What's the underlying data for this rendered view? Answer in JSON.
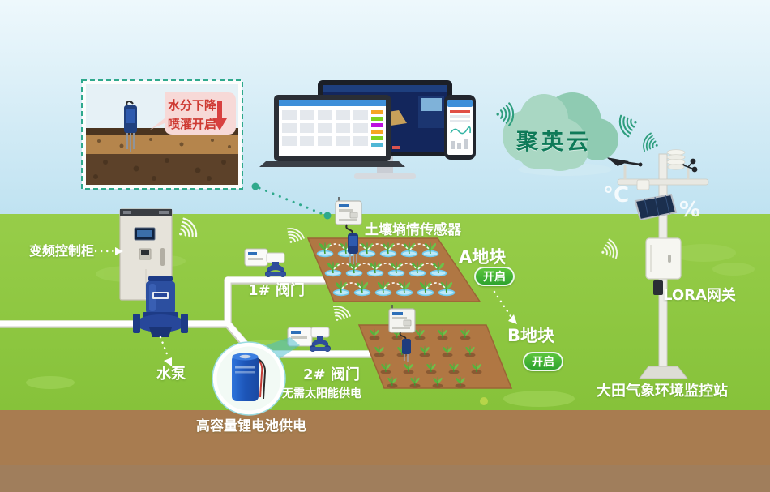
{
  "scene": {
    "cloud_label": "聚英云",
    "callout": {
      "line1": "水分下降",
      "line2": "喷灌开启"
    },
    "cabinet_label": "变频控制柜",
    "pump_label": "水泵",
    "valves": {
      "v1": "1# 阀门",
      "v2": "2# 阀门"
    },
    "sensor_label": "土壤墒情传感器",
    "plots": {
      "a": {
        "name": "A地块",
        "status": "开启"
      },
      "b": {
        "name": "B地块",
        "status": "开启"
      }
    },
    "station": {
      "lora_label": "LORA网关",
      "name_label": "大田气象环境监控站",
      "temp_unit": "°C",
      "humidity_unit": "%"
    },
    "power": {
      "no_solar": "无需太阳能供电",
      "battery": "高容量锂电池供电"
    }
  },
  "icons": {
    "wifi_signal": "concentric-arc waves",
    "cloud": "green cloud shape",
    "monitor": "desktop dashboard screen",
    "laptop": "laptop data table screen",
    "phone": "mobile app screen",
    "arrow_down_red": "red down arrow in callout",
    "dashed_arrow": "white dashed pointer arrows"
  },
  "colors": {
    "sky_top": "#EDF7FB",
    "sky_bottom": "#BFE2F1",
    "grass": "#8CC63F",
    "soil_band": "#A87C50",
    "soil_band_bottom": "#A07E5C",
    "plot_soil": "#B07743",
    "cloud_front": "#A9D7C3",
    "cloud_back": "#8FCBB2",
    "accent_teal": "#2FA98C",
    "badge_green": "#3DB338",
    "alert_red": "#D84040",
    "pump_blue": "#27479A",
    "battery_blue": "#2A63C8",
    "pipe_white": "#FFFFFF"
  }
}
